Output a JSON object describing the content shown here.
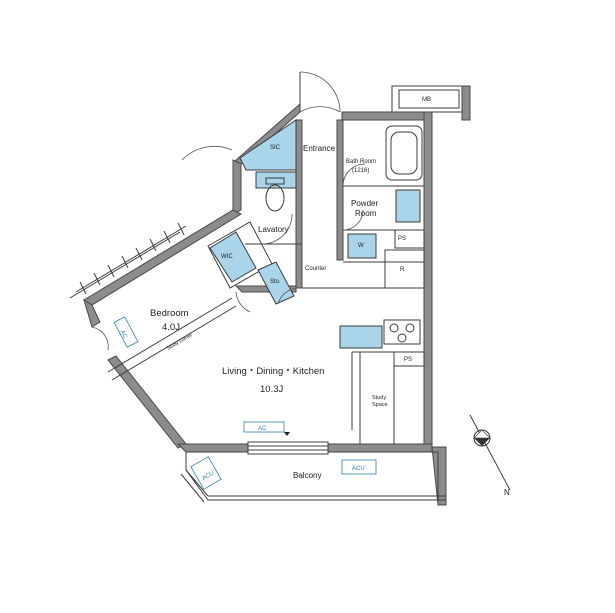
{
  "labels": {
    "mb": "MB",
    "sic": "SIC",
    "entrance": "Entrance",
    "bath_room": "Bath Room",
    "bath_size": "(1216)",
    "powder_room": "Powder Room",
    "powder_1": "Powder",
    "powder_2": "Room",
    "lavatory": "Lavatory",
    "ps_top": "PS",
    "ps_bottom": "PS",
    "w": "W",
    "r": "R",
    "wic": "WIC",
    "counter": "Counter",
    "sto": "Sto.",
    "bedroom": "Bedroom",
    "bedroom_size": "4.0J",
    "study_corner": "Study corner",
    "ac_bedroom": "AC",
    "ldk": "Living・Dining・Kitchen",
    "ldk_size": "10.3J",
    "study_space_1": "Study",
    "study_space_2": "Space",
    "ac_ldk": "AC",
    "acu_left": "ACU",
    "acu_right": "ACU",
    "balcony": "Balcony",
    "north": "N"
  }
}
